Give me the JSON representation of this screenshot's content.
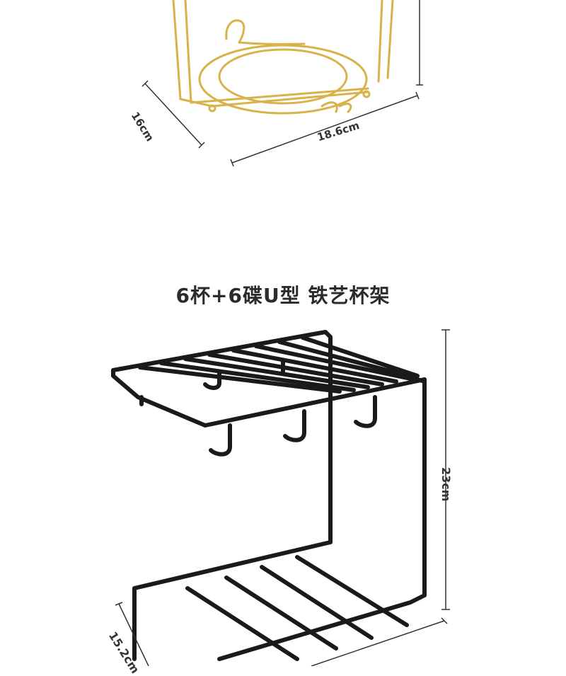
{
  "section_title": "6杯+6碟U型 铁艺杯架",
  "dimensions": {
    "top_depth": "16cm",
    "top_width": "18.6cm",
    "bottom_height": "23cm",
    "bottom_depth": "15.2cm"
  },
  "colors": {
    "gold_rack": "#d9b24a",
    "black_rack": "#1a1a1a",
    "dimension_line": "#333333"
  }
}
